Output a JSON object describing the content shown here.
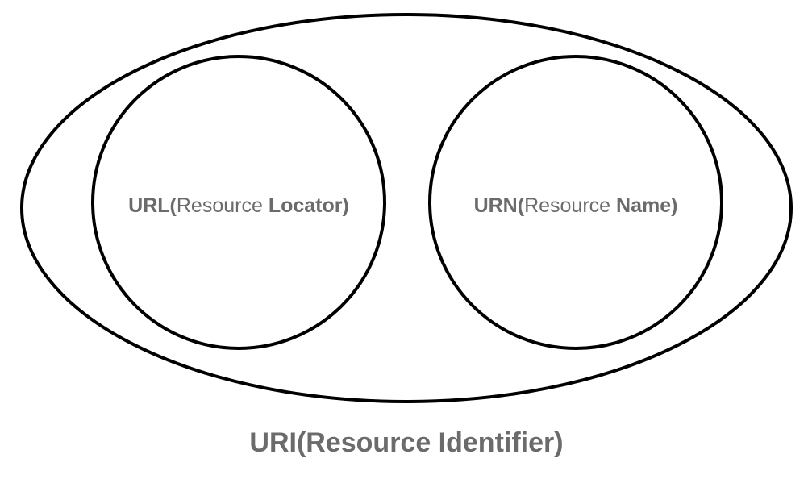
{
  "diagram": {
    "outer": {
      "label_bold_1": "URI(",
      "label_bold_2": "Resource Identifier)"
    },
    "url": {
      "label_bold_1": "URL(",
      "label_normal": "Resource ",
      "label_bold_2": "Locator)"
    },
    "urn": {
      "label_bold_1": "URN(",
      "label_normal": "Resource ",
      "label_bold_2": "Name)"
    }
  },
  "colors": {
    "stroke": "#000000",
    "text": "#6b6b6b",
    "background": "#ffffff"
  }
}
